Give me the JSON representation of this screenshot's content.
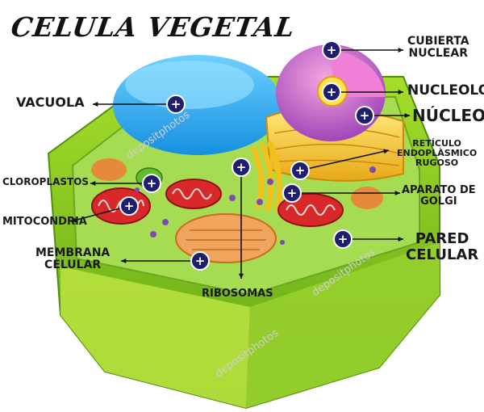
{
  "title": "CELULA VEGETAL",
  "labels": {
    "vacuola": "VACUOLA",
    "cubierta_nuclear": "CUBIERTA\nNUCLEAR",
    "nucleolo": "NUCLEOLO",
    "nucleo": "NÚCLEO",
    "reticulo": "RETÍCULO\nENDOPLÀSMICO\nRUGOSO",
    "cloroplastos": "CLOROPLASTOS",
    "mitocondria": "MITOCONDRIA",
    "aparato_golgi": "APARATO DE\nGOLGI",
    "pared_celular": "PARED\nCELULAR",
    "membrana_celular": "MEMBRANA\nCELULAR",
    "ribosomas": "RIBOSOMAS"
  },
  "marker_symbol": "+",
  "watermark": "depositphotos",
  "colors": {
    "wall_outer": "#7cc31e",
    "wall_light": "#c8e84a",
    "cytoplasm": "#9ed84a",
    "vacuole": "#29b6f6",
    "nucleus": "#c06fd0",
    "nucleolus": "#ffe54a",
    "er": "#f5c52c",
    "mitochondria": "#d9282a",
    "marker": "#1f1f6e"
  }
}
